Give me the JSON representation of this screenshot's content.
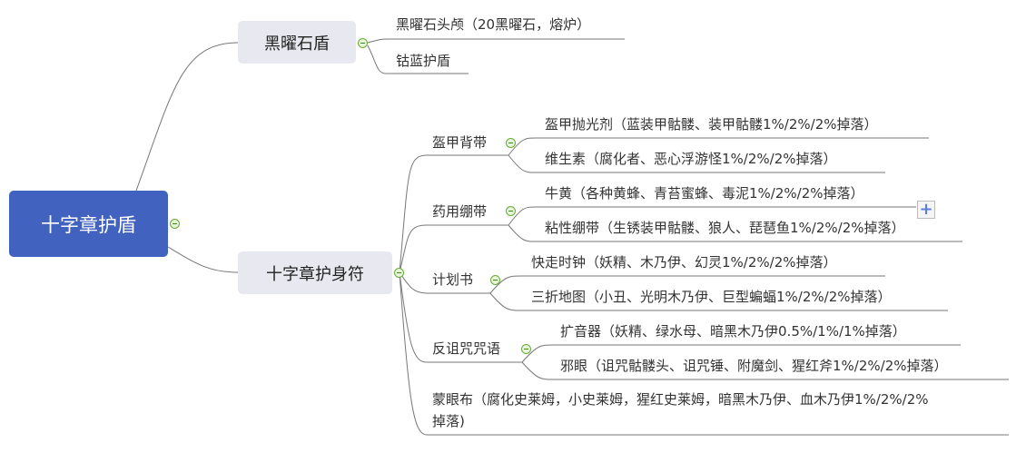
{
  "root": {
    "label": "十字章护盾"
  },
  "branches": [
    {
      "label": "黑曜石盾",
      "children": [
        {
          "label": "黑曜石头颅（20黑曜石，熔炉）"
        },
        {
          "label": "钴蓝护盾"
        }
      ]
    },
    {
      "label": "十字章护身符",
      "children": [
        {
          "label": "盔甲背带",
          "children": [
            {
              "label": "盔甲抛光剂（蓝装甲骷髅、装甲骷髅1%/2%/2%掉落）"
            },
            {
              "label": "维生素（腐化者、恶心浮游怪1%/2%/2%掉落）"
            }
          ]
        },
        {
          "label": "药用绷带",
          "children": [
            {
              "label": "牛黄（各种黄蜂、青苔蜜蜂、毒泥1%/2%/2%掉落）"
            },
            {
              "label": "粘性绷带（生锈装甲骷髅、狼人、琵琶鱼1%/2%/2%掉落）"
            }
          ]
        },
        {
          "label": "计划书",
          "children": [
            {
              "label": "快走时钟（妖精、木乃伊、幻灵1%/2%/2%掉落）"
            },
            {
              "label": "三折地图（小丑、光明木乃伊、巨型蝙蝠1%/2%/2%掉落）"
            }
          ]
        },
        {
          "label": "反诅咒咒语",
          "children": [
            {
              "label": "扩音器（妖精、绿水母、暗黑木乃伊0.5%/1%/1%掉落）"
            },
            {
              "label": "邪眼（诅咒骷髅头、诅咒锤、附魔剑、猩红斧1%/2%/2%掉落）"
            }
          ]
        },
        {
          "label": "蒙眼布（腐化史莱姆，小史莱姆，猩红史莱姆，暗黑木乃伊、血木乃伊1%/2%/2%",
          "label_line2": "掉落)"
        }
      ]
    }
  ],
  "add_icon": "plus-icon",
  "colors": {
    "root": "#4262bf",
    "branch_bg": "#e8e8f0",
    "collapse": "#6aaa3a",
    "line": "#777777"
  }
}
